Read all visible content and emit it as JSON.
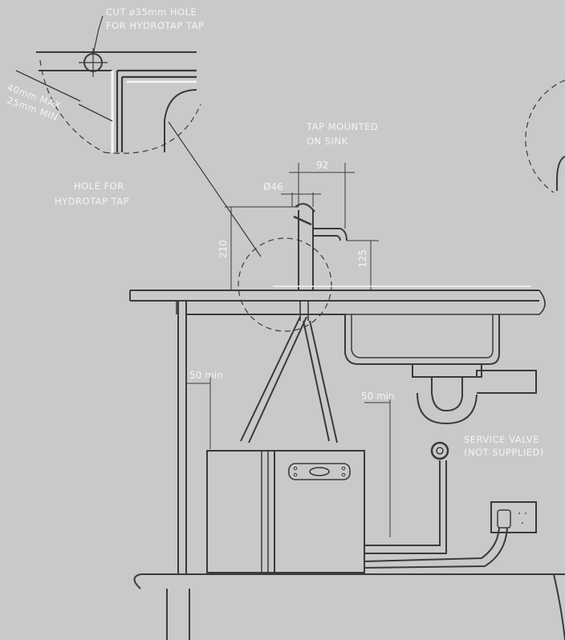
{
  "detail": {
    "cut_hole_line1": "CUT ø35mm HOLE",
    "cut_hole_line2": "FOR HYDROTAP TAP",
    "max_label": "40mm MAX",
    "min_label": "25mm MIN",
    "caption_line1": "HOLE FOR",
    "caption_line2": "HYDROTAP TAP"
  },
  "tap": {
    "mounted_line1": "TAP MOUNTED",
    "mounted_line2": "ON SINK",
    "dim_spout_reach": "92",
    "dim_tap_diameter": "Ø46",
    "dim_tap_height": "210",
    "dim_spout_height": "125"
  },
  "cabinet": {
    "clearance_left": "50 min",
    "clearance_right": "50 min"
  },
  "plumbing": {
    "valve_line1": "SERVICE VALVE",
    "valve_line2": "(NOT SUPPLIED)"
  }
}
